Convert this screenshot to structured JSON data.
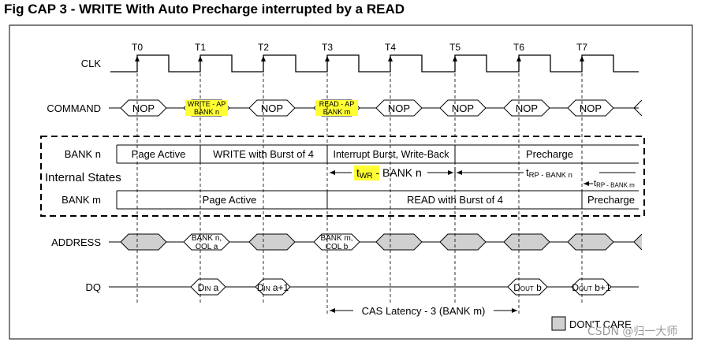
{
  "title": "Fig CAP 3 - WRITE With Auto Precharge interrupted by a READ",
  "clock": {
    "label": "CLK",
    "ticks": [
      "T0",
      "T1",
      "T2",
      "T3",
      "T4",
      "T5",
      "T6",
      "T7"
    ]
  },
  "command": {
    "label": "COMMAND",
    "items": [
      {
        "l1": "NOP",
        "l2": "",
        "highlight": false
      },
      {
        "l1": "WRITE - AP",
        "l2": "BANK n",
        "highlight": true
      },
      {
        "l1": "NOP",
        "l2": "",
        "highlight": false
      },
      {
        "l1": "READ - AP",
        "l2": "BANK m",
        "highlight": true
      },
      {
        "l1": "NOP",
        "l2": "",
        "highlight": false
      },
      {
        "l1": "NOP",
        "l2": "",
        "highlight": false
      },
      {
        "l1": "NOP",
        "l2": "",
        "highlight": false
      },
      {
        "l1": "NOP",
        "l2": "",
        "highlight": false
      }
    ]
  },
  "internal_states": {
    "label": "Internal States",
    "bank_n": {
      "label": "BANK n",
      "segments": [
        "Page Active",
        "WRITE with Burst of 4",
        "Interrupt Burst, Write-Back",
        "Precharge"
      ]
    },
    "twr": {
      "symbol": "t",
      "sub": "WR",
      "suffix": " - ",
      "bank": "BANK n"
    },
    "trp_n": {
      "symbol": "t",
      "sub": "RP - BANK n"
    },
    "trp_m": {
      "symbol": "t",
      "sub": "RP - BANK m"
    },
    "bank_m": {
      "label": "BANK m",
      "segments": [
        "Page Active",
        "READ with Burst of 4",
        "Precharge"
      ]
    }
  },
  "address": {
    "label": "ADDRESS",
    "items": [
      {
        "l1": "",
        "l2": "",
        "gray": true
      },
      {
        "l1": "BANK n,",
        "l2": "COL a",
        "gray": false
      },
      {
        "l1": "",
        "l2": "",
        "gray": true
      },
      {
        "l1": "BANK m,",
        "l2": "COL b",
        "gray": false
      },
      {
        "l1": "",
        "l2": "",
        "gray": true
      },
      {
        "l1": "",
        "l2": "",
        "gray": true
      },
      {
        "l1": "",
        "l2": "",
        "gray": true
      },
      {
        "l1": "",
        "l2": "",
        "gray": true
      }
    ]
  },
  "dq": {
    "label": "DQ",
    "items": [
      {
        "base": "D",
        "sub": "IN",
        "rest": " a"
      },
      {
        "base": "D",
        "sub": "IN",
        "rest": " a+1"
      },
      {
        "base": "D",
        "sub": "OUT",
        "rest": " b"
      },
      {
        "base": "D",
        "sub": "OUT",
        "rest": " b+1"
      }
    ]
  },
  "cas_latency": "CAS Latency - 3 (BANK m)",
  "legend": {
    "label": "DON'T CARE"
  },
  "watermark": "CSDN @归一大师",
  "colors": {
    "highlight": "#ffff33",
    "dont_care": "#d0d0d0",
    "line": "#000000"
  }
}
